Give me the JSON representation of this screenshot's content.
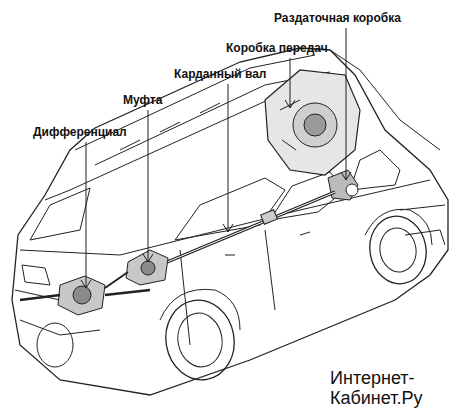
{
  "diagram": {
    "labels": [
      "Раздаточная коробка",
      "Коробка передач",
      "Карданный вал",
      "Муфта",
      "Дифференциал",
      "Интернет- Кабинет.Ру"
    ]
  }
}
